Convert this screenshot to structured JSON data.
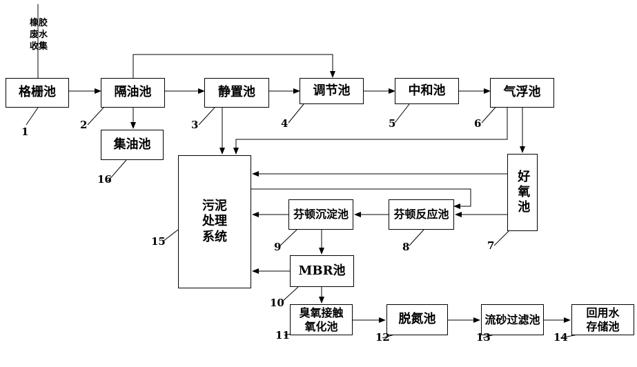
{
  "source_label": [
    "橡胶",
    "废水",
    "收集"
  ],
  "nodes": {
    "n1": {
      "label": "格栅池",
      "number": "1"
    },
    "n2": {
      "label": "隔油池",
      "number": "2"
    },
    "n3": {
      "label": "静置池",
      "number": "3"
    },
    "n4": {
      "label": "调节池",
      "number": "4"
    },
    "n5": {
      "label": "中和池",
      "number": "5"
    },
    "n6": {
      "label": "气浮池",
      "number": "6"
    },
    "n7": {
      "label": "好氧池",
      "number": "7"
    },
    "n8": {
      "label": "芬顿反应池",
      "number": "8"
    },
    "n9": {
      "label": "芬顿沉淀池",
      "number": "9"
    },
    "n10": {
      "label": "MBR池",
      "number": "10"
    },
    "n11": {
      "lines": [
        "臭氧接触",
        "氧化池"
      ],
      "number": "11"
    },
    "n12": {
      "label": "脱氮池",
      "number": "12"
    },
    "n13": {
      "label": "流砂过滤池",
      "number": "13"
    },
    "n14": {
      "lines": [
        "回用水",
        "存储池"
      ],
      "number": "14"
    },
    "n15": {
      "lines": [
        "污泥",
        "处理",
        "系统"
      ],
      "number": "15"
    },
    "n16": {
      "label": "集油池",
      "number": "16"
    }
  }
}
